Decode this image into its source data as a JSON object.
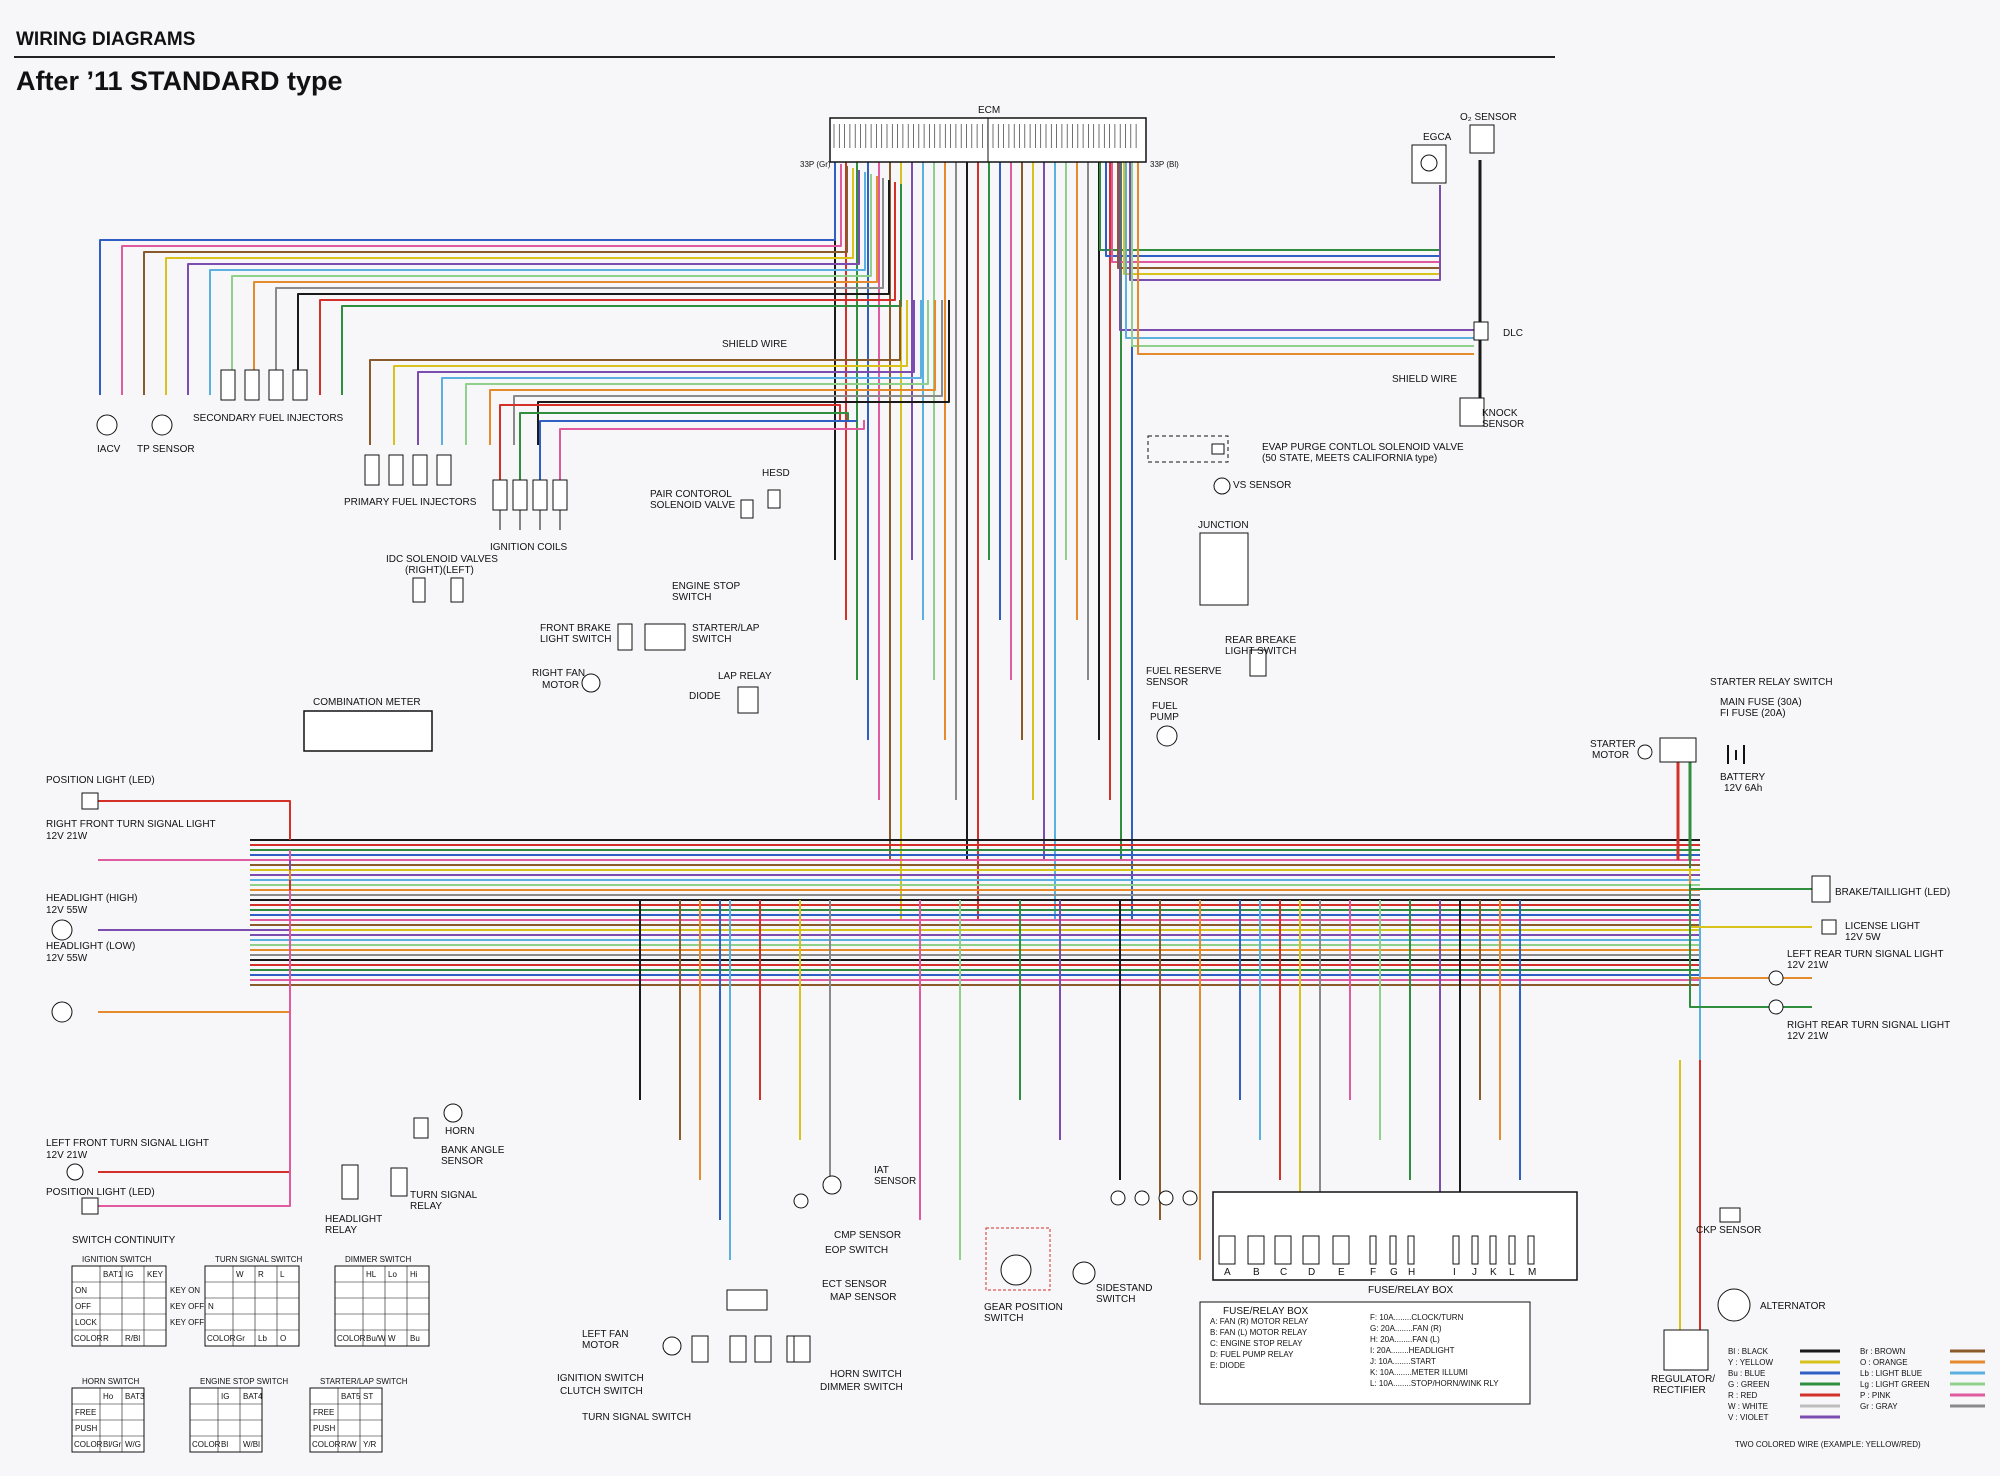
{
  "header": {
    "section": "WIRING DIAGRAMS",
    "title": "After ’11 STANDARD type"
  },
  "components": {
    "ecm": "ECM",
    "ecm_connectors": [
      "33P (Gr)",
      "33P (Bl)"
    ],
    "egca": "EGCA",
    "o2_sensor": "O₂ SENSOR",
    "dlc": "DLC",
    "shield_wire": "SHIELD WIRE",
    "knock_sensor": [
      "KNOCK",
      "SENSOR"
    ],
    "iacv": "IACV",
    "tp_sensor": "TP SENSOR",
    "secondary_fuel_injectors": "SECONDARY FUEL INJECTORS",
    "primary_fuel_injectors": "PRIMARY FUEL INJECTORS",
    "ignition_coils": "IGNITION COILS",
    "evap": [
      "EVAP PURGE CONTLOL SOLENOID VALVE",
      "(50 STATE, MEETS CALIFORNIA type)"
    ],
    "vs_sensor": "VS SENSOR",
    "junction": "JUNCTION",
    "pair_valve": [
      "PAIR CONTOROL",
      "SOLENOID VALVE"
    ],
    "hesd": "HESD",
    "idc_valves": [
      "IDC SOLENOID VALVES",
      "(RIGHT)(LEFT)"
    ],
    "engine_stop_switch": [
      "ENGINE STOP",
      "SWITCH"
    ],
    "front_brake_switch": [
      "FRONT BRAKE",
      "LIGHT SWITCH"
    ],
    "starter_lap_switch": [
      "STARTER/LAP",
      "SWITCH"
    ],
    "right_fan_motor": [
      "RIGHT FAN",
      "MOTOR"
    ],
    "lap_relay": "LAP RELAY",
    "diode": "DIODE",
    "rear_brake_switch": [
      "REAR BREAKE",
      "LIGHT SWITCH"
    ],
    "fuel_reserve_sensor": [
      "FUEL RESERVE",
      "SENSOR"
    ],
    "fuel_pump": [
      "FUEL",
      "PUMP"
    ],
    "combination_meter": "COMBINATION METER",
    "starter_relay_switch": "STARTER RELAY SWITCH",
    "main_fuse": "MAIN FUSE (30A)",
    "fi_fuse": "FI FUSE (20A)",
    "starter_motor": [
      "STARTER",
      "MOTOR"
    ],
    "battery": [
      "BATTERY",
      "12V 6Ah"
    ],
    "position_light_top": "POSITION LIGHT (LED)",
    "right_front_turn": [
      "RIGHT FRONT TURN SIGNAL LIGHT",
      "12V 21W"
    ],
    "headlight_high": [
      "HEADLIGHT (HIGH)",
      "12V 55W"
    ],
    "headlight_low": [
      "HEADLIGHT (LOW)",
      "12V 55W"
    ],
    "left_front_turn": [
      "LEFT FRONT TURN SIGNAL LIGHT",
      "12V 21W"
    ],
    "position_light_bottom": "POSITION LIGHT (LED)",
    "brake_taillight": "BRAKE/TAILLIGHT (LED)",
    "license_light": [
      "LICENSE LIGHT",
      "12V 5W"
    ],
    "left_rear_turn": [
      "LEFT REAR TURN SIGNAL LIGHT",
      "12V 21W"
    ],
    "right_rear_turn": [
      "RIGHT REAR TURN SIGNAL LIGHT",
      "12V 21W"
    ],
    "horn": "HORN",
    "bank_angle_sensor": [
      "BANK ANGLE",
      "SENSOR"
    ],
    "headlight_relay": [
      "HEADLIGHT",
      "RELAY"
    ],
    "turn_signal_relay": [
      "TURN SIGNAL",
      "RELAY"
    ],
    "cmp_sensor": "CMP SENSOR",
    "eop_switch": "EOP SWITCH",
    "iat_sensor": [
      "IAT",
      "SENSOR"
    ],
    "ect_sensor": "ECT SENSOR",
    "map_sensor": "MAP SENSOR",
    "gear_position_switch": [
      "GEAR POSITION",
      "SWITCH"
    ],
    "sidestand_switch": [
      "SIDESTAND",
      "SWITCH"
    ],
    "fuse_relay_box": "FUSE/RELAY BOX",
    "fuse_letters": [
      "A",
      "B",
      "C",
      "D",
      "E",
      "F",
      "G",
      "H",
      "I",
      "J",
      "K",
      "L",
      "M"
    ],
    "ckp_sensor": "CKP SENSOR",
    "alternator": "ALTERNATOR",
    "regulator": [
      "REGULATOR/",
      "RECTIFIER"
    ],
    "left_fan_motor": [
      "LEFT FAN",
      "MOTOR"
    ],
    "ignition_switch": "IGNITION SWITCH",
    "clutch_switch": "CLUTCH SWITCH",
    "turn_signal_switch": "TURN SIGNAL SWITCH",
    "horn_switch": "HORN SWITCH",
    "dimmer_switch": "DIMMER SWITCH"
  },
  "fuse_legend": {
    "title": "FUSE/RELAY BOX",
    "left": [
      "A: FAN (R) MOTOR RELAY",
      "B: FAN (L) MOTOR RELAY",
      "C: ENGINE STOP RELAY",
      "D: FUEL PUMP RELAY",
      "E: DIODE"
    ],
    "right": [
      "F: 10A........CLOCK/TURN",
      "G: 20A........FAN (R)",
      "H: 20A........FAN (L)",
      "I: 20A........HEADLIGHT",
      "J: 10A........START",
      "K: 10A........METER ILLUMI",
      "L: 10A........STOP/HORN/WINK RLY"
    ]
  },
  "color_legend": {
    "left": [
      {
        "code": "Bl",
        "name": "BLACK",
        "color": "#1a1a1a"
      },
      {
        "code": "Y",
        "name": "YELLOW",
        "color": "#d8c21c"
      },
      {
        "code": "Bu",
        "name": "BLUE",
        "color": "#2f5fc4"
      },
      {
        "code": "G",
        "name": "GREEN",
        "color": "#2f8f3f"
      },
      {
        "code": "R",
        "name": "RED",
        "color": "#d3302a"
      },
      {
        "code": "W",
        "name": "WHITE",
        "color": "#bdbdbd"
      },
      {
        "code": "V",
        "name": "VIOLET",
        "color": "#7c4db0"
      }
    ],
    "right": [
      {
        "code": "Br",
        "name": "BROWN",
        "color": "#8a5a2b"
      },
      {
        "code": "O",
        "name": "ORANGE",
        "color": "#e68a2e"
      },
      {
        "code": "Lb",
        "name": "LIGHT BLUE",
        "color": "#5ab0e0"
      },
      {
        "code": "Lg",
        "name": "LIGHT GREEN",
        "color": "#8fd18b"
      },
      {
        "code": "P",
        "name": "PINK",
        "color": "#e05aa0"
      },
      {
        "code": "Gr",
        "name": "GRAY",
        "color": "#8a8a8a"
      }
    ],
    "two_colored": "TWO COLORED WIRE (EXAMPLE: YELLOW/RED)"
  },
  "switch_continuity": {
    "title": "SWITCH CONTINUITY",
    "tables": [
      {
        "title": "IGNITION SWITCH",
        "cols": [
          "BAT1",
          "IG",
          "KEY"
        ],
        "rows": [
          "ON",
          "OFF",
          "LOCK"
        ],
        "extra": [
          "KEY ON",
          "KEY OFF",
          "KEY OFF LOCK"
        ],
        "color": [
          "R",
          "R/Bl"
        ]
      },
      {
        "title": "TURN SIGNAL SWITCH",
        "cols": [
          "W",
          "R",
          "L"
        ],
        "rows": [
          "",
          "N",
          ""
        ],
        "color": [
          "Gr",
          "Lb",
          "O"
        ]
      },
      {
        "title": "DIMMER SWITCH",
        "cols": [
          "HL",
          "Lo",
          "Hi"
        ],
        "rows": [
          "",
          "",
          ""
        ],
        "color": [
          "Bu/W",
          "W",
          "Bu"
        ]
      },
      {
        "title": "HORN SWITCH",
        "cols": [
          "Ho",
          "BAT3"
        ],
        "rows": [
          "FREE",
          "PUSH"
        ],
        "color": [
          "Bl/Gr",
          "W/G"
        ]
      },
      {
        "title": "ENGINE STOP SWITCH",
        "cols": [
          "IG",
          "BAT4"
        ],
        "rows": [
          "",
          ""
        ],
        "color": [
          "Bl",
          "W/Bl"
        ]
      },
      {
        "title": "STARTER/LAP SWITCH",
        "cols": [
          "BAT5",
          "ST"
        ],
        "rows": [
          "FREE",
          "PUSH"
        ],
        "color": [
          "R/W",
          "Y/R"
        ]
      }
    ],
    "color_row_label": "COLOR"
  },
  "wire_colors": [
    "#1a1a1a",
    "#d3302a",
    "#2f8f3f",
    "#2f5fc4",
    "#e05aa0",
    "#8a5a2b",
    "#d8c21c",
    "#7c4db0",
    "#5ab0e0",
    "#8fd18b",
    "#e68a2e",
    "#8a8a8a"
  ]
}
